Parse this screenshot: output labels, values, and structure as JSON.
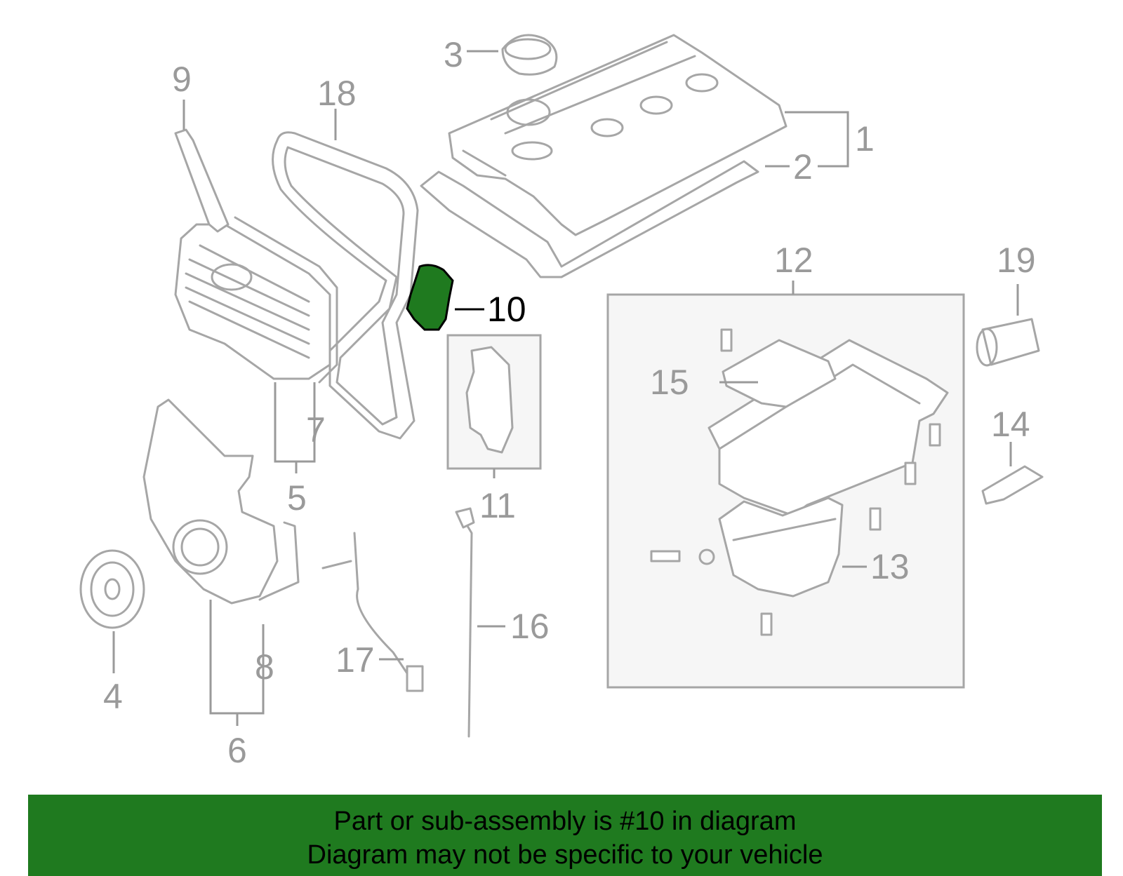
{
  "callouts": {
    "c1": "1",
    "c2": "2",
    "c3": "3",
    "c4": "4",
    "c5": "5",
    "c6": "6",
    "c7": "7",
    "c8": "8",
    "c9": "9",
    "c10": "10",
    "c11": "11",
    "c12": "12",
    "c13": "13",
    "c14": "14",
    "c15": "15",
    "c16": "16",
    "c17": "17",
    "c18": "18",
    "c19": "19"
  },
  "highlighted_part": "10",
  "colors": {
    "highlight": "#1f7a1f",
    "line": "#a6a6a6",
    "banner": "#1f7a1f"
  },
  "banner": {
    "line1": "Part or sub-assembly is #10 in diagram",
    "line2": "Diagram may not be specific to your vehicle"
  }
}
